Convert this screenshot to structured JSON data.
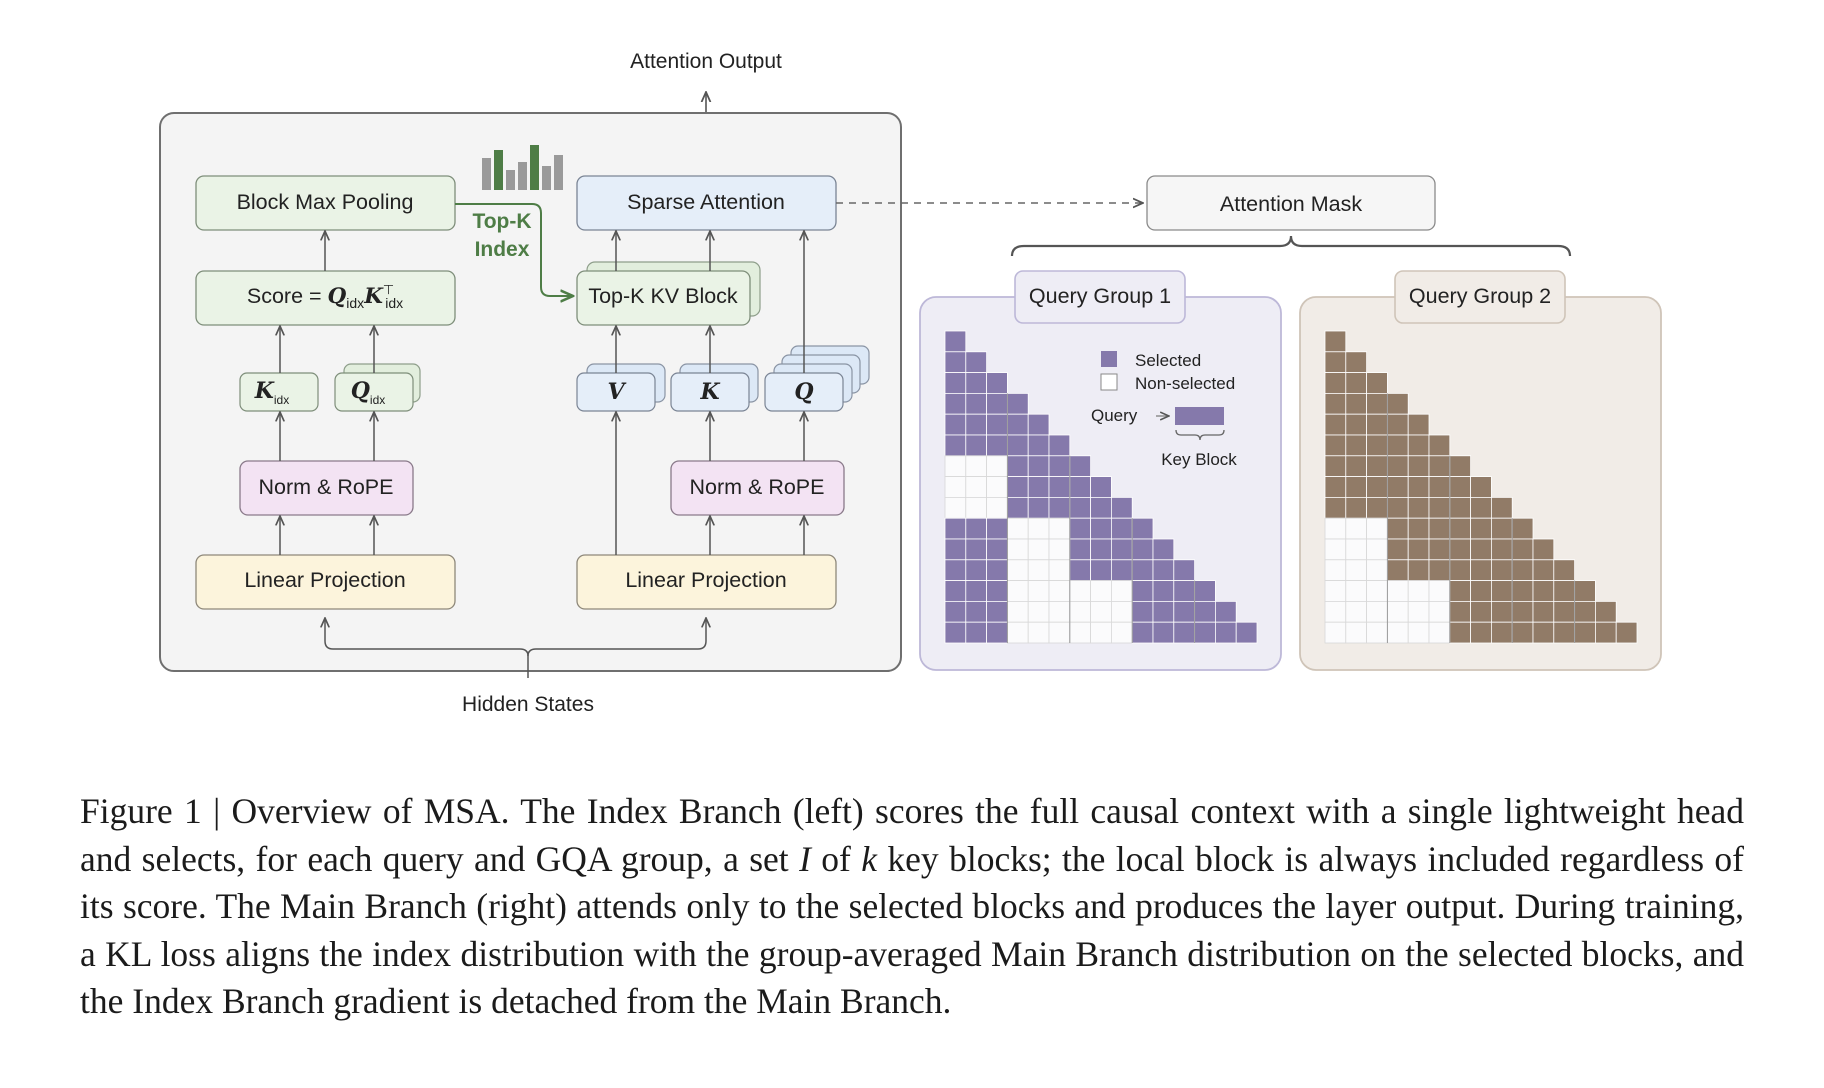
{
  "diagram": {
    "top_label": "Attention Output",
    "bottom_label": "Hidden States",
    "index_branch": {
      "block_max_pooling": "Block Max Pooling",
      "score_prefix": "Score = ",
      "score_q": "Q",
      "score_q_sub": "idx",
      "score_k": "K",
      "score_k_sup": "⊤",
      "score_k_sub": "idx",
      "k_idx": "K",
      "k_idx_sub": "idx",
      "q_idx": "Q",
      "q_idx_sub": "idx",
      "norm_rope": "Norm & RoPE",
      "linear_projection": "Linear Projection"
    },
    "topk_label_line1": "Top-K",
    "topk_label_line2": "Index",
    "main_branch": {
      "sparse_attention": "Sparse Attention",
      "topk_kv_block": "Top-K KV Block",
      "v": "V",
      "k": "K",
      "q": "Q",
      "norm_rope": "Norm & RoPE",
      "linear_projection": "Linear Projection"
    },
    "attention_mask": "Attention Mask",
    "query_group_1": "Query Group 1",
    "query_group_2": "Query Group 2",
    "legend": {
      "selected": "Selected",
      "non_selected": "Non-selected",
      "query": "Query",
      "key_block": "Key Block"
    },
    "colors": {
      "selected_group1": "#8579ab",
      "selected_group2": "#917b67",
      "green_accent": "#4e7d46",
      "panel_left_bg": "#f4f4f4",
      "panel_group1_bg": "#eeedf5",
      "panel_group2_bg": "#f1ece7"
    }
  },
  "caption": {
    "part1": "Figure 1 | Overview of MSA. The Index Branch (left) scores the full causal context with a single lightweight head and selects, for each query and GQA group, a set ",
    "set_symbol": "I",
    "part2": " of ",
    "k_symbol": "k",
    "part3": " key blocks; the local block is always included regardless of its score. The Main Branch (right) attends only to the selected blocks and produces the layer output. During training, a KL loss aligns the index distribution with the group-averaged Main Branch distribution on the selected blocks, and the Index Branch gradient is detached from the Main Branch."
  }
}
